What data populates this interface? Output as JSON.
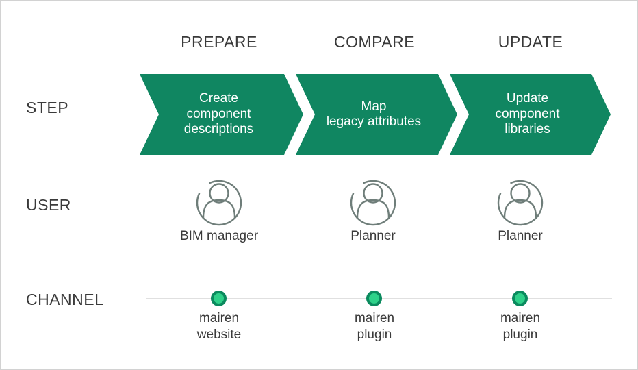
{
  "colors": {
    "arrow_green": "#108661",
    "dot_fill": "#2ed189",
    "dot_ring": "#0b8a5e",
    "line_gray": "#e0e0e0",
    "text_dark": "#3a3a3a",
    "icon_gray": "#6f7e7a",
    "border_gray": "#d2d2d2"
  },
  "row_labels": {
    "step": "STEP",
    "user": "USER",
    "channel": "CHANNEL"
  },
  "phases": [
    {
      "title": "PREPARE",
      "step": "Create\ncomponent\ndescriptions",
      "user": "BIM manager",
      "user_icon": "person-in-circle-icon",
      "channel": "mairen\nwebsite"
    },
    {
      "title": "COMPARE",
      "step": "Map\nlegacy attributes",
      "user": "Planner",
      "user_icon": "person-in-circle-icon",
      "channel": "mairen\nplugin"
    },
    {
      "title": "UPDATE",
      "step": "Update\ncomponent\nlibraries",
      "user": "Planner",
      "user_icon": "person-in-circle-icon",
      "channel": "mairen\nplugin"
    }
  ]
}
